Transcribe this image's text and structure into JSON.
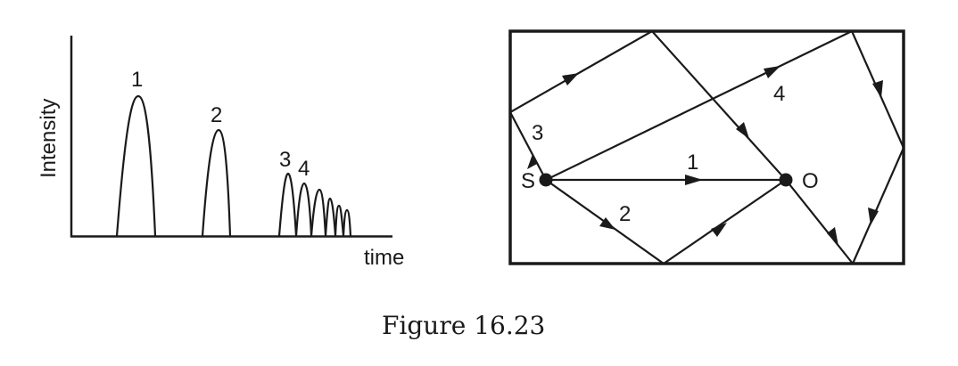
{
  "figure": {
    "caption": "Figure 16.23",
    "colors": {
      "ink": "#1a1a1a",
      "background": "#ffffff"
    }
  },
  "chart_data": {
    "type": "line",
    "title": "",
    "xlabel": "time",
    "ylabel": "Intensity",
    "grid": false,
    "legend": null,
    "series": [
      {
        "name": "pulses",
        "peaks": [
          {
            "label": "1",
            "x_start": 131,
            "x_peak": 155,
            "x_end": 174,
            "height": 157
          },
          {
            "label": "2",
            "x_start": 227,
            "x_peak": 245,
            "x_end": 258,
            "height": 119
          },
          {
            "label": "3",
            "x_start": 313,
            "x_peak": 323,
            "x_end": 332,
            "height": 70
          },
          {
            "label": "4",
            "x_start": 332,
            "x_peak": 341,
            "x_end": 349,
            "height": 59
          },
          {
            "label": "",
            "x_start": 349,
            "x_peak": 358,
            "x_end": 365,
            "height": 52
          },
          {
            "label": "",
            "x_start": 365,
            "x_peak": 370,
            "x_end": 376,
            "height": 42
          },
          {
            "label": "",
            "x_start": 376,
            "x_peak": 380,
            "x_end": 385,
            "height": 34
          },
          {
            "label": "",
            "x_start": 385,
            "x_peak": 389,
            "x_end": 393,
            "height": 29
          }
        ]
      }
    ],
    "annotations": [
      "1",
      "2",
      "3",
      "4"
    ]
  },
  "diagram": {
    "source_label": "S",
    "observer_label": "O",
    "path_labels": [
      "1",
      "2",
      "3",
      "4"
    ]
  }
}
